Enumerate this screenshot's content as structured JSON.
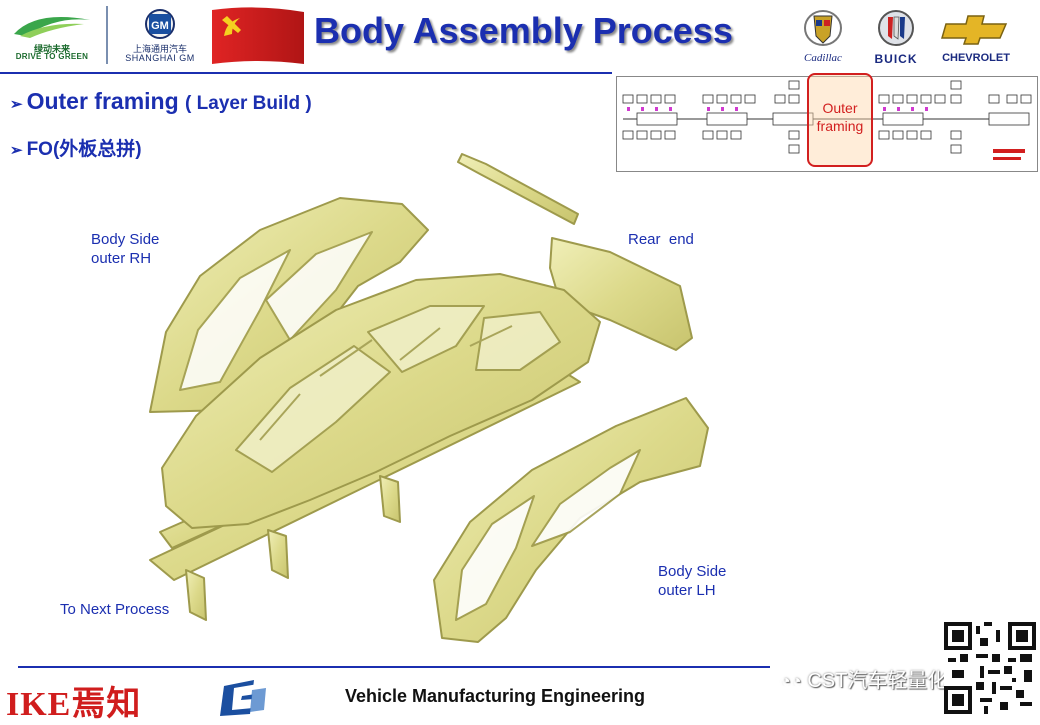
{
  "header": {
    "logo_left_cn": "绿动未来",
    "logo_left_tag": "DRIVE TO GREEN",
    "logo_sgm_cn": "上海通用汽车",
    "logo_sgm_en": "SHANGHAI GM",
    "title": "Body Assembly Process",
    "brands": [
      {
        "label": "Cadillac",
        "icon": "cadillac-crest-icon"
      },
      {
        "label": "BUICK",
        "icon": "buick-shield-icon"
      },
      {
        "label": "CHEVROLET",
        "icon": "chevrolet-bowtie-icon"
      }
    ],
    "brand_colors": {
      "title": "#1b2fb0",
      "flag": "#d21f1f",
      "chevy": "#e4b526"
    }
  },
  "bullets": {
    "line1_main": "Outer framing",
    "line1_sub": "( Layer Build )",
    "line2": "FO(外板总拼)"
  },
  "inset": {
    "highlight_label_1": "Outer",
    "highlight_label_2": "framing"
  },
  "parts": {
    "body_side_rh_1": "Body Side",
    "body_side_rh_2": "outer RH",
    "rear_end": "Rear  end",
    "body_side_lh_1": "Body Side",
    "body_side_lh_2": "outer LH",
    "next_process": "To Next Process",
    "part_color": "#e4e29a"
  },
  "footer": {
    "ike": "IKE焉知",
    "center_text": "Vehicle Manufacturing Engineering",
    "watermark": "CST汽车轻量化"
  }
}
